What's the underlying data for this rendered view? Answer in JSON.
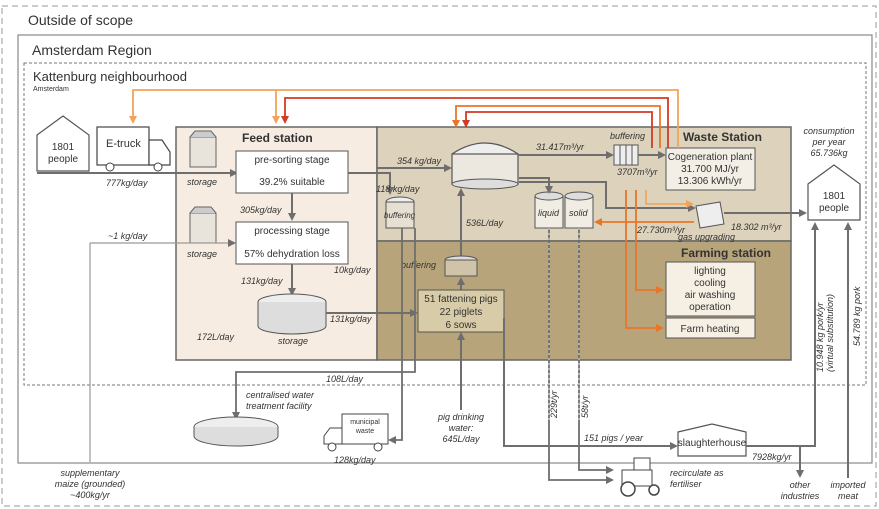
{
  "scopes": {
    "outside": "Outside of scope",
    "region": "Amsterdam Region",
    "neighbourhood": "Kattenburg neighbourhood",
    "neighbourhood_sub": "Amsterdam"
  },
  "people_left": {
    "line1": "1801",
    "line2": "people"
  },
  "etruck": "E-truck",
  "etruck_flow": "777kg/day",
  "feed_station": {
    "title": "Feed station",
    "storage_a": "storage",
    "storage_b": "storage",
    "presort_title": "pre-sorting stage",
    "presort_value": "39.2% suitable",
    "flow_305": "305kg/day",
    "process_title": "processing stage",
    "process_value": "57% dehydration loss",
    "flow_131": "131kg/day",
    "storage_c": "storage",
    "flow_172": "172L/day",
    "flow_10": "10kg/day",
    "flow_131b": "131kg/day"
  },
  "buffering_feed": "buffering",
  "flow_118": "118 kg/day",
  "flow_1": "~1 kg/day",
  "waste_station": {
    "title": "Waste Station",
    "flow_354": "354 kg/day",
    "flow_31417": "31.417m³/yr",
    "buffering": "buffering",
    "flow_3707": "3707m³/yr",
    "cogen_title": "Cogeneration plant",
    "cogen_1": "31.700 MJ/yr",
    "cogen_2": "13.306 kWh/yr",
    "liquid": "liquid",
    "solid": "solid",
    "flow_536": "536L/day",
    "flow_27730": "27.730m³/yr",
    "flow_18302": "18.302 m³/yr",
    "gas_upgrading": "gas upgrading"
  },
  "farming_station": {
    "title": "Farming station",
    "services": [
      "lighting",
      "cooling",
      "air washing",
      "operation"
    ],
    "farm_heating": "Farm heating",
    "buffering": "buffering",
    "pigs": [
      "51 fattening pigs",
      "22 piglets",
      "6 sows"
    ]
  },
  "consumption": {
    "line1": "consumption",
    "line2": "per year",
    "line3": "65.736kg"
  },
  "people_right": {
    "line1": "1801",
    "line2": "people"
  },
  "pork_sub": "10.948 kg pork/yr",
  "pork_sub_note": "(virtual substitution)",
  "pork_imported_flow": "54.789 kg pork",
  "flow_108": "108L/day",
  "water_facility": [
    "centralised water",
    "treatment facility"
  ],
  "municipal_waste": [
    "municipal",
    "waste"
  ],
  "flow_128": "128kg/day",
  "drinking": [
    "pig drinking",
    "water:",
    "645L/day"
  ],
  "flow_229": "229t/yr",
  "flow_58": "58t/yr",
  "flow_151": "151 pigs / year",
  "slaughterhouse": "slaughterhouse",
  "flow_7928": "7928kg/yr",
  "fertiliser": [
    "recirculate as",
    "fertiliser"
  ],
  "supplementary": [
    "supplementary",
    "maize (grounded)",
    "~400kg/yr"
  ],
  "other_industries": [
    "other",
    "industries"
  ],
  "imported_meat": [
    "imported",
    "meat"
  ],
  "colors": {
    "feed_bg": "#f6ece1",
    "waste_bg": "#ddd2bc",
    "farm_bg": "#b8a47a",
    "flow_grey": "#6e6e6e",
    "orange_light": "#f2a35a",
    "orange": "#e8762a",
    "red": "#d43a24"
  }
}
